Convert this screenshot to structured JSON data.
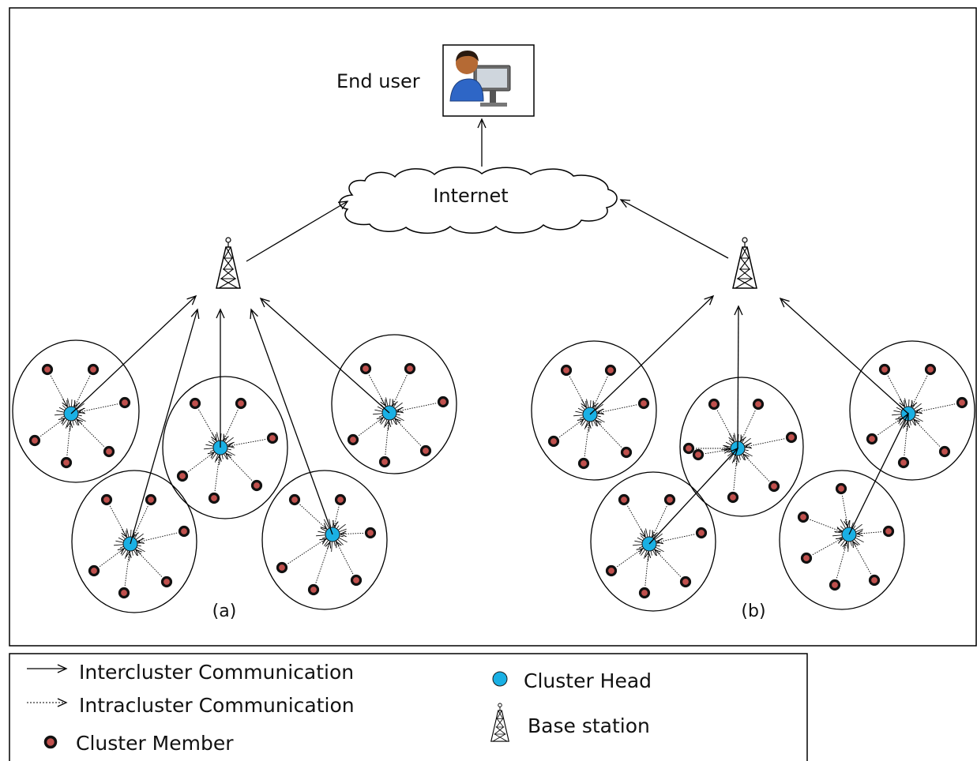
{
  "labels": {
    "end_user": "End user",
    "internet": "Internet",
    "panel_a": "(a)",
    "panel_b": "(b)"
  },
  "legend": {
    "inter": "Intercluster Communication",
    "intra": "Intracluster Communication",
    "member": "Cluster Member",
    "head": "Cluster Head",
    "base": "Base station"
  },
  "colors": {
    "cluster_head": "#1ab0e4",
    "cluster_member_fill": "#c0504d",
    "cluster_member_ring": "#111111",
    "line": "#000000"
  },
  "icons": {
    "end_user": "user-computer-icon",
    "base_station": "radio-tower-icon",
    "internet": "cloud-icon"
  }
}
